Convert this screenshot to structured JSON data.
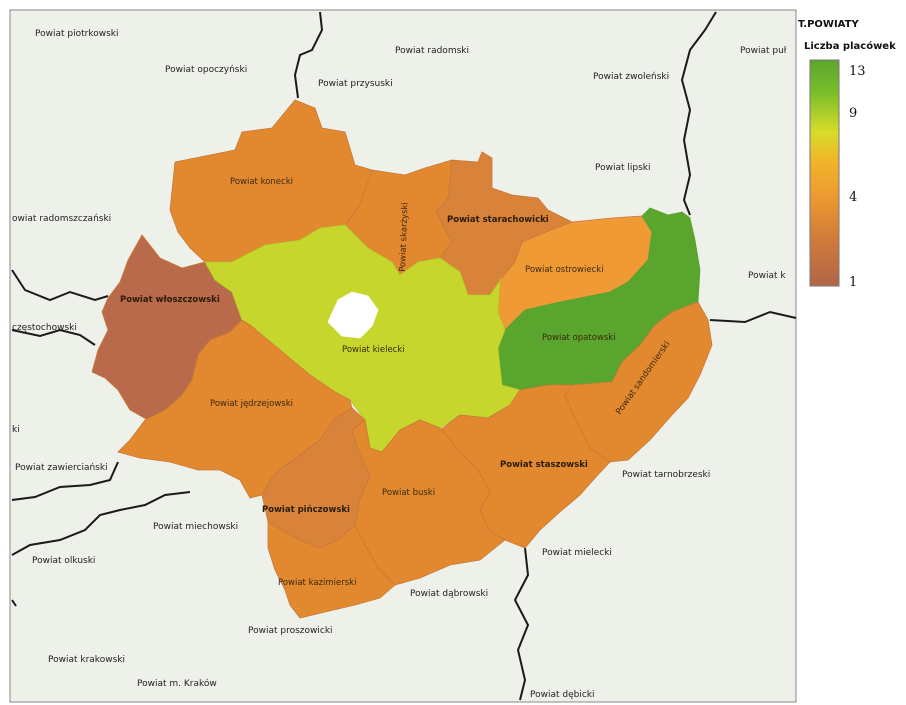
{
  "legend": {
    "title": "T.POWIATY",
    "subtitle": "Liczba placówek",
    "ticks": [
      "13",
      "9",
      "4",
      "1"
    ]
  },
  "colors": {
    "background": "#eef0ea",
    "outer_border": "#1a1a1a",
    "low": "#b86a4a",
    "mid": "#e2882e",
    "orange_light": "#f09a36",
    "yellow_green": "#c6d62c",
    "green": "#5aa52d",
    "white_hole": "#ffffff"
  },
  "outside_labels": [
    "Powiat piotrkowski",
    "Powiat opoczyński",
    "Powiat radomski",
    "Powiat przysuski",
    "Powiat zwoleński",
    "Powiat puł",
    "Powiat lipski",
    "owiat radomszczański",
    "częstochowski",
    "Powiat k",
    "ki",
    "Powiat zawierciański",
    "Powiat tarnobrzeski",
    "Powiat miechowski",
    "Powiat olkuski",
    "Powiat mielecki",
    "Powiat dąbrowski",
    "Powiat proszowicki",
    "Powiat krakowski",
    "Powiat m. Kraków",
    "Powiat dębicki"
  ],
  "region_labels": [
    "Powiat konecki",
    "Powiat skarżyski",
    "Powiat starachowicki",
    "Powiat ostrowiecki",
    "Powiat włoszczowski",
    "Powiat kielecki",
    "Powiat opatowski",
    "Powiat sandomierski",
    "Powiat jędrzejowski",
    "Powiat staszowski",
    "Powiat buski",
    "Powiat pińczowski",
    "Powiat kazimierski"
  ]
}
